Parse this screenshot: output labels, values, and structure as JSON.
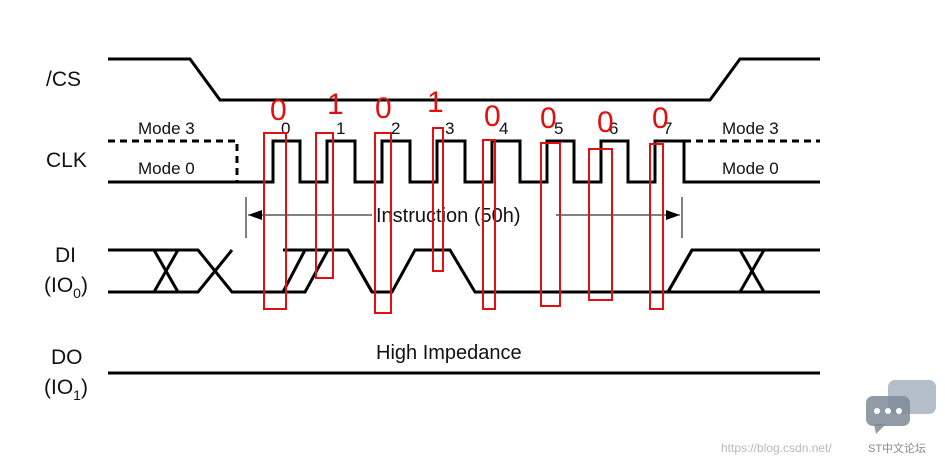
{
  "signals": {
    "cs": "/CS",
    "clk": "CLK",
    "di_main": "DI",
    "di_sub_pre": "(IO",
    "di_sub_idx": "0",
    "di_sub_post": ")",
    "do_main": "DO",
    "do_sub_pre": "(IO",
    "do_sub_idx": "1",
    "do_sub_post": ")"
  },
  "modes": {
    "left_top": "Mode 3",
    "left_bottom": "Mode 0",
    "right_top": "Mode 3",
    "right_bottom": "Mode 0"
  },
  "clock_ticks": [
    "0",
    "1",
    "2",
    "3",
    "4",
    "5",
    "6",
    "7"
  ],
  "bit_annotations": [
    "0",
    "1",
    "0",
    "1",
    "0",
    "0",
    "0",
    "0"
  ],
  "instruction_label": "Instruction (50h)",
  "do_state_label": "High Impedance",
  "watermark": {
    "url": "https://blog.csdn.net/",
    "brand": "ST中文论坛"
  },
  "colors": {
    "annotation": "#e01010",
    "trace": "#000000"
  }
}
